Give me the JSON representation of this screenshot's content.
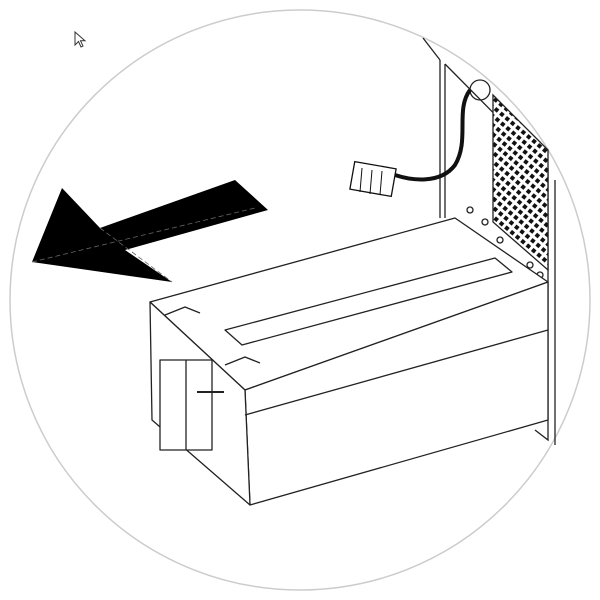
{
  "illustration": {
    "subject_icons": [
      "battery-module",
      "removal-arrow-icon",
      "cabinet-vent",
      "connector-cable"
    ],
    "colors": {
      "line": "#222222",
      "arrow": "#000000",
      "background": "#ffffff",
      "circle": "#cccccc"
    }
  },
  "cursor": {
    "icon": "mouse-pointer-icon"
  }
}
